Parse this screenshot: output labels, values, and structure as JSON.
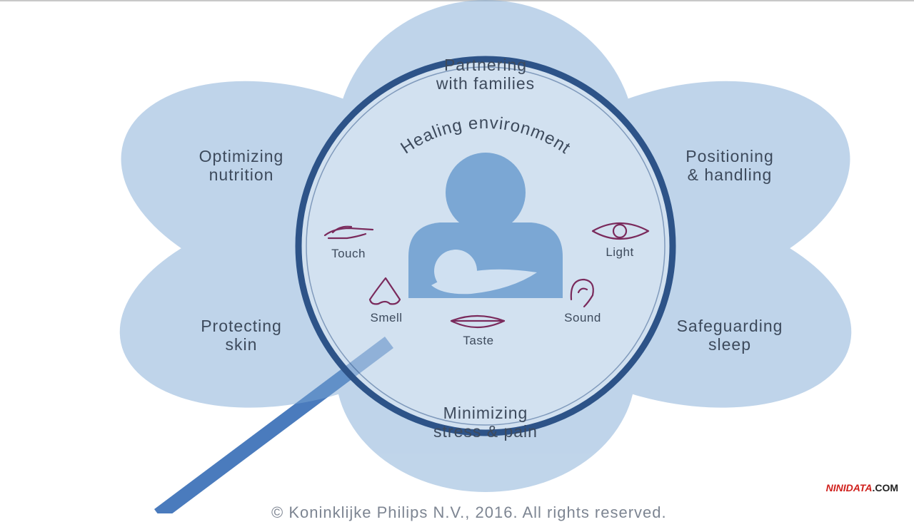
{
  "diagram": {
    "center_title": "Healing environment",
    "petals": [
      {
        "id": "top",
        "lines": [
          "Partnering",
          "with families"
        ]
      },
      {
        "id": "upper-left",
        "lines": [
          "Optimizing",
          "nutrition"
        ]
      },
      {
        "id": "upper-right",
        "lines": [
          "Positioning",
          "& handling"
        ]
      },
      {
        "id": "lower-left",
        "lines": [
          "Protecting",
          "skin"
        ]
      },
      {
        "id": "lower-right",
        "lines": [
          "Safeguarding",
          "sleep"
        ]
      },
      {
        "id": "bottom",
        "lines": [
          "Minimizing",
          "stress & pain"
        ]
      }
    ],
    "senses": [
      {
        "label": "Touch",
        "icon": "hand-icon"
      },
      {
        "label": "Light",
        "icon": "eye-icon"
      },
      {
        "label": "Smell",
        "icon": "nose-icon"
      },
      {
        "label": "Taste",
        "icon": "lips-icon"
      },
      {
        "label": "Sound",
        "icon": "ear-icon"
      }
    ],
    "center_icon": "parent-holding-infant-icon",
    "magnifier_icon": "magnifying-glass-icon"
  },
  "colors": {
    "petal": "#7ba7d4",
    "center_figure": "#7ba7d4",
    "lens_ring": "#2d5388",
    "handle": "#4a7bbd",
    "sense_icon": "#7a2a5c",
    "text": "#3d4a5c"
  },
  "copyright": "© Koninklijke Philips N.V., 2016. All rights reserved.",
  "watermark": {
    "brand": "NINIDATA",
    "suffix": ".COM"
  }
}
